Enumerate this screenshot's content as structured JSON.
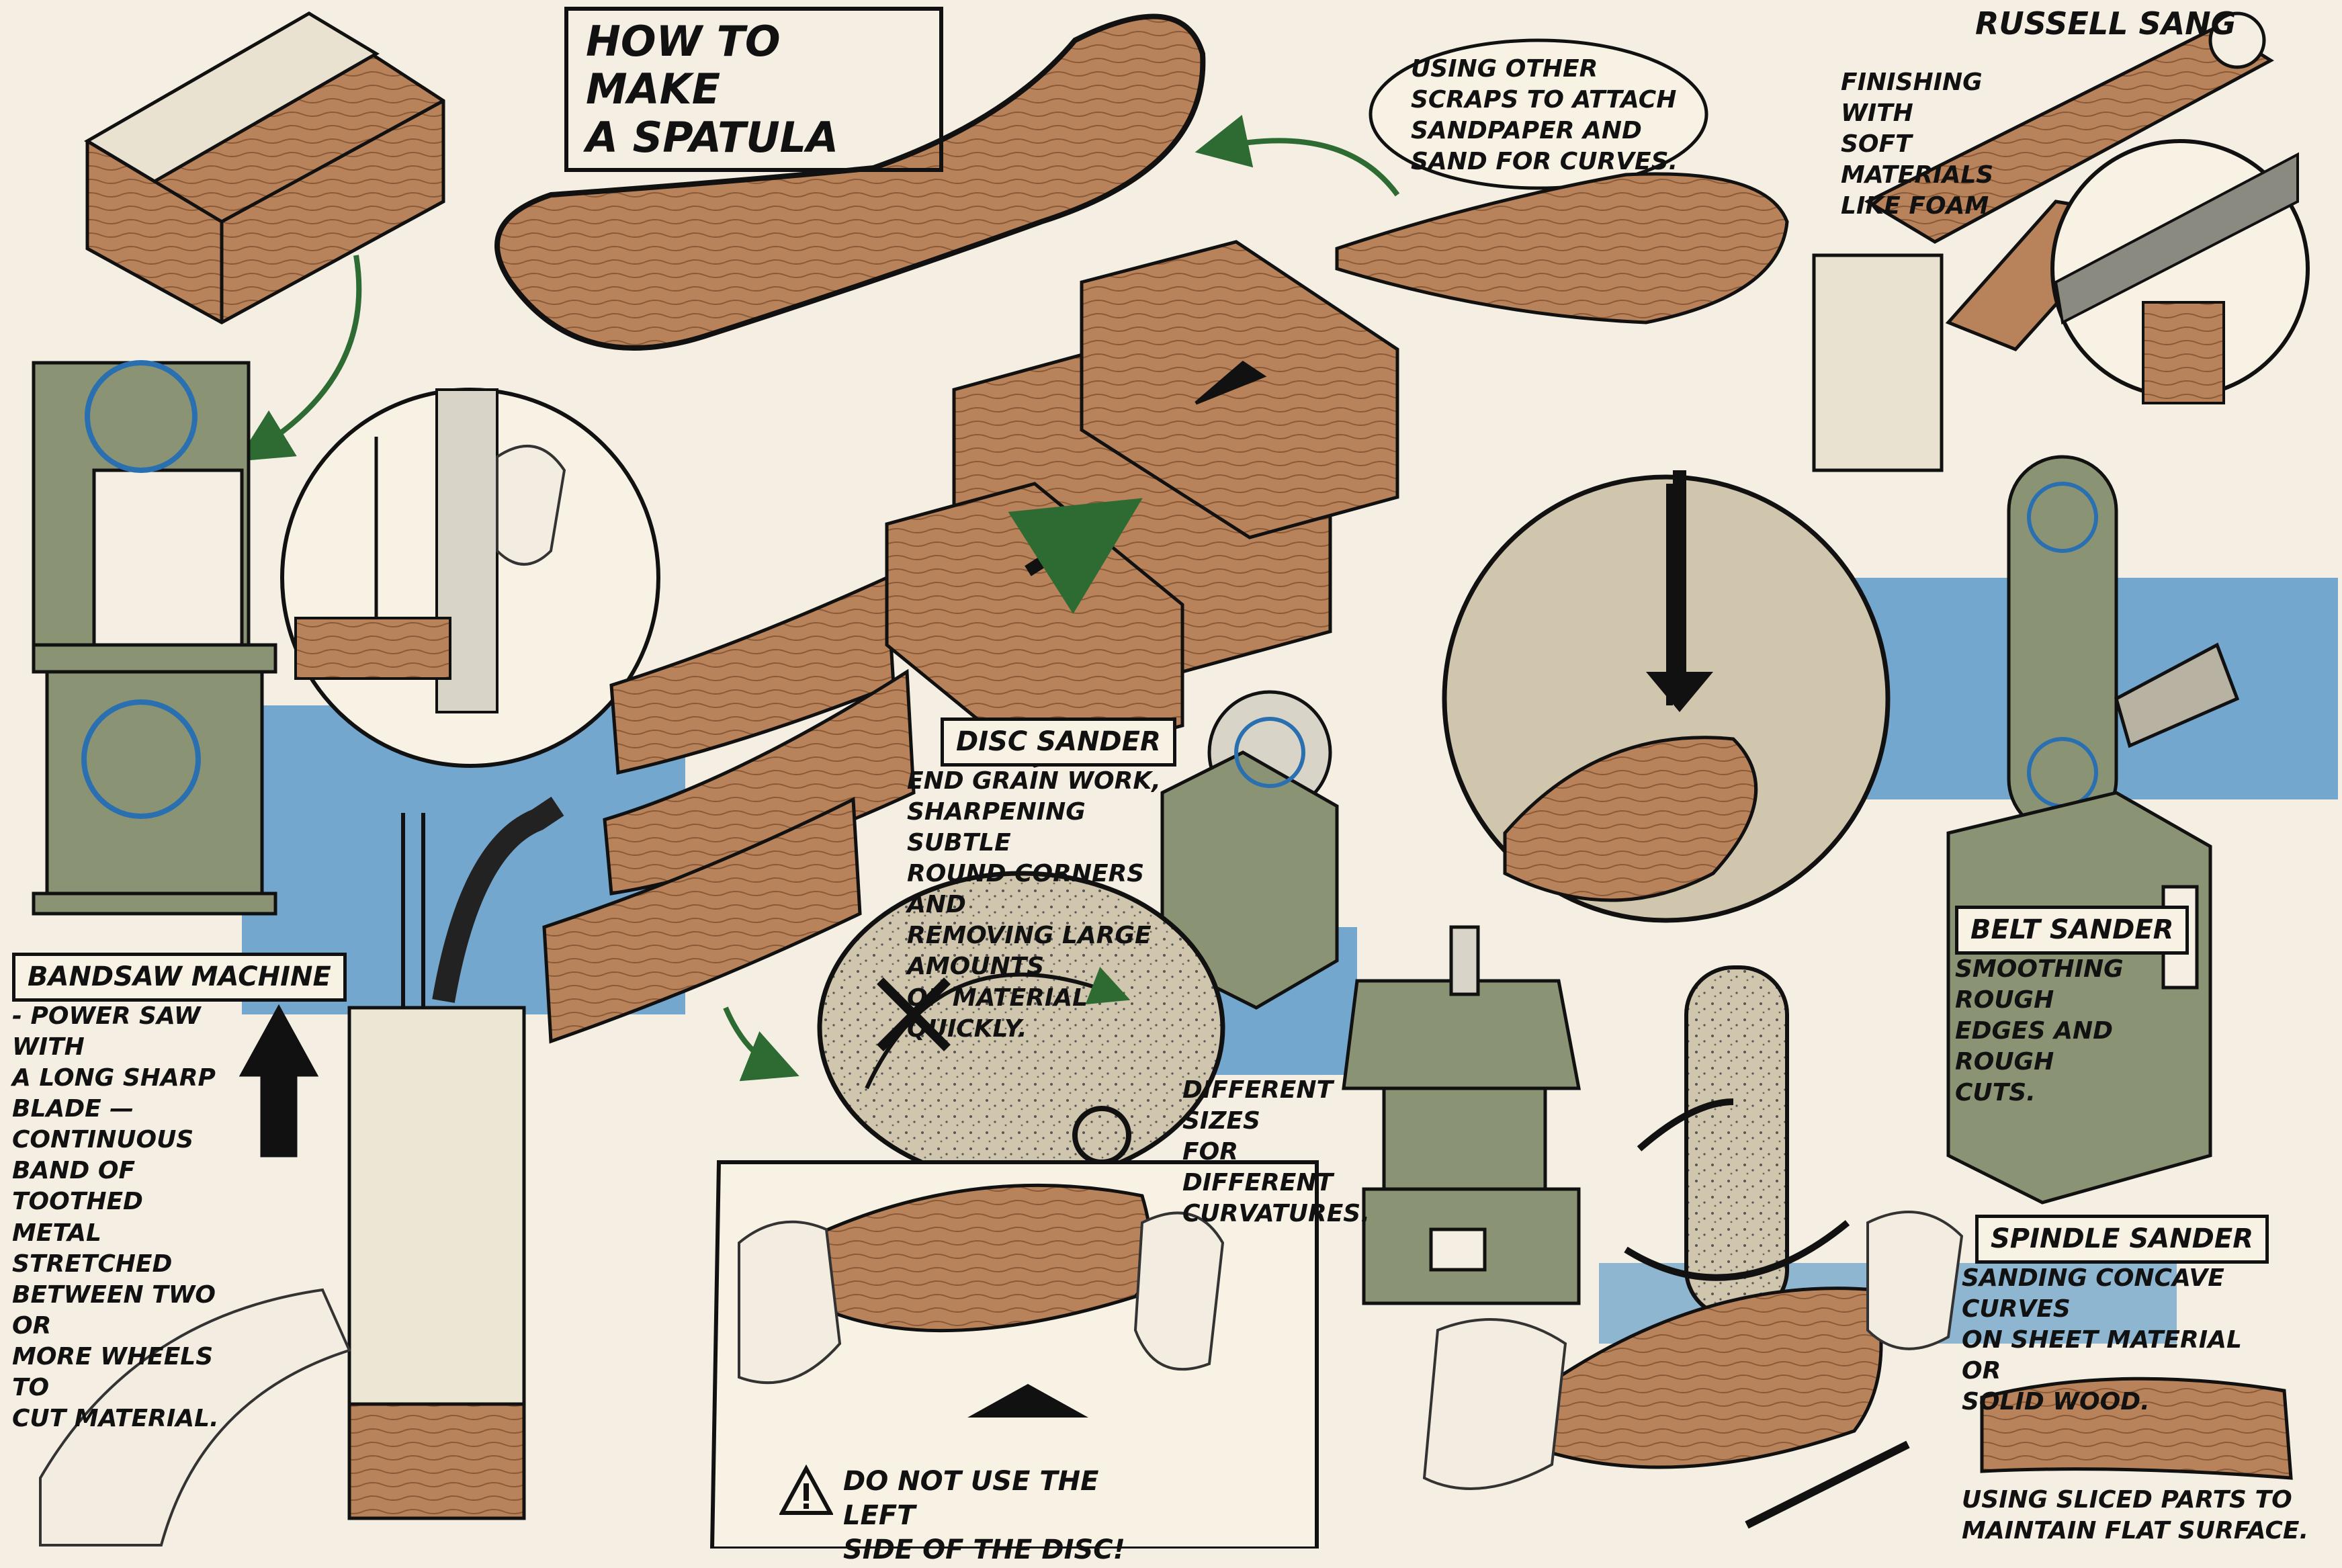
{
  "title": "HOW TO MAKE\nA SPATULA",
  "signature": "RUSSELL SANG",
  "colors": {
    "paper": "#f4efe2",
    "wood": "#b8835a",
    "wood_dark": "#8a5a38",
    "machine_green": "#8a9474",
    "blue_band": "#4a8fc6",
    "ink": "#111111",
    "arrow_green": "#2e6b33"
  },
  "steps": {
    "bandsaw": {
      "label": "BANDSAW MACHINE",
      "description": "- POWER SAW WITH\nA LONG SHARP\nBLADE — CONTINUOUS\nBAND OF TOOTHED\nMETAL STRETCHED\nBETWEEN TWO OR\nMORE WHEELS TO\nCUT MATERIAL."
    },
    "disc_sander": {
      "label": "DISC SANDER",
      "description": "END GRAIN WORK,\nSHARPENING SUBTLE\nROUND CORNERS AND\nREMOVING LARGE AMOUNTS\nOF MATERIAL QUICKLY."
    },
    "belt_sander": {
      "label": "BELT SANDER",
      "description": "SMOOTHING ROUGH\nEDGES AND ROUGH\nCUTS."
    },
    "spindle_sander": {
      "label": "SPINDLE SANDER",
      "description": "SANDING CONCAVE CURVES\nON SHEET MATERIAL OR\nSOLID WOOD."
    },
    "spindle_sizes": "DIFFERENT\nSIZES\nFOR DIFFERENT\nCURVATURES.",
    "scraps_note": "USING OTHER\nSCRAPS TO ATTACH\nSANDPAPER AND\nSAND FOR CURVES.",
    "finishing_note": "FINISHING WITH\nSOFT MATERIALS\nLIKE FOAM",
    "flat_note": "USING SLICED PARTS TO\nMAINTAIN FLAT SURFACE.",
    "warning": "DO NOT USE THE LEFT\nSIDE OF THE DISC!"
  },
  "icons": [
    "warning-icon",
    "rotate-arrow-icon",
    "cross-mark-icon",
    "direction-arrow-icon"
  ]
}
